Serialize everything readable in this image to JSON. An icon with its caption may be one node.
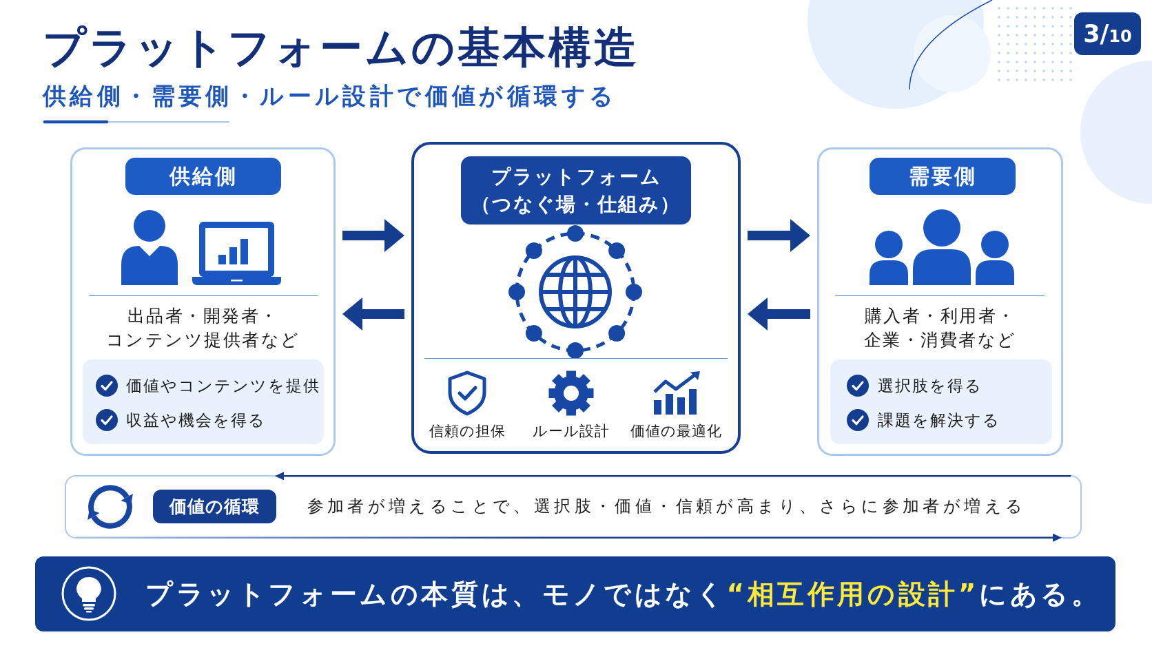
{
  "diagram": {
    "title": "プラットフォームの基本構造",
    "nodes": [
      {
        "text": [
          "出品者・開発者・コンテンツ提供者など"
        ]
      },
      {
        "text": [
          "供給側"
        ],
        "in": 0
      },
      {
        "text": [
          "価値やコンテンツを提供",
          "収益や機会を得る"
        ],
        "in": 0
      },
      {
        "text": [
          "信頼の担保",
          "ルール設計",
          "価値の最適化"
        ]
      },
      {
        "text": [
          "プラットフォーム（つなぐ場・仕組み）"
        ],
        "in": 3
      },
      {
        "text": [
          "購入者・利用者・企業・消費者など"
        ]
      },
      {
        "text": [
          "需要側"
        ],
        "in": 5
      },
      {
        "text": [
          "選択肢を得る",
          "課題を解決する"
        ],
        "in": 5
      },
      {
        "text": [
          "参加者が増えることで、選択肢・価値・信頼が高まり、さらに参加者が増える"
        ]
      },
      {
        "text": [
          "価値の循環"
        ],
        "in": 8
      },
      {
        "text": [
          "プラットフォームの本質は、モノではなく**“相互作用の設計”**にある。"
        ]
      }
    ],
    "edges": [
      {
        "from": 0,
        "to": 3,
        "arrow": "to"
      },
      {
        "from": 3,
        "to": 0,
        "arrow": "to"
      },
      {
        "from": 3,
        "to": 5,
        "arrow": "to"
      },
      {
        "from": 5,
        "to": 3,
        "arrow": "to"
      }
    ],
    "labels": [
      "3/10",
      "供給側・需要側・ルール設計で価値が循環する"
    ]
  }
}
